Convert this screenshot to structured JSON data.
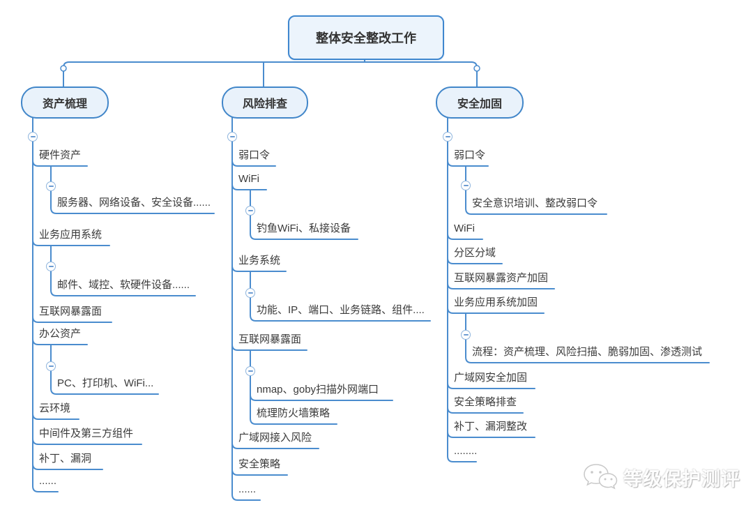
{
  "colors": {
    "line": "#4a8cce",
    "node_fill": "#e9f2fb",
    "node_border": "#4186c9",
    "text": "#3a3a3a"
  },
  "root": {
    "label": "整体安全整改工作"
  },
  "branches": [
    {
      "label": "资产梳理",
      "children": [
        {
          "label": "硬件资产",
          "children": [
            {
              "label": "服务器、网络设备、安全设备......"
            }
          ]
        },
        {
          "label": "业务应用系统",
          "children": [
            {
              "label": "邮件、域控、软硬件设备......"
            }
          ]
        },
        {
          "label": "互联网暴露面",
          "children": []
        },
        {
          "label": "办公资产",
          "children": [
            {
              "label": "PC、打印机、WiFi..."
            }
          ]
        },
        {
          "label": "云环境",
          "children": []
        },
        {
          "label": "中间件及第三方组件",
          "children": []
        },
        {
          "label": "补丁、漏洞",
          "children": []
        },
        {
          "label": "......",
          "children": []
        }
      ]
    },
    {
      "label": "风险排查",
      "children": [
        {
          "label": "弱口令",
          "children": []
        },
        {
          "label": "WiFi",
          "children": [
            {
              "label": "钓鱼WiFi、私接设备"
            }
          ]
        },
        {
          "label": "业务系统",
          "children": [
            {
              "label": "功能、IP、端口、业务链路、组件...."
            }
          ]
        },
        {
          "label": "互联网暴露面",
          "children": [
            {
              "label": "nmap、goby扫描外网端口"
            },
            {
              "label": "梳理防火墙策略"
            }
          ]
        },
        {
          "label": "广域网接入风险",
          "children": []
        },
        {
          "label": "安全策略",
          "children": []
        },
        {
          "label": "......",
          "children": []
        }
      ]
    },
    {
      "label": "安全加固",
      "children": [
        {
          "label": "弱口令",
          "children": [
            {
              "label": "安全意识培训、整改弱口令"
            }
          ]
        },
        {
          "label": "WiFi",
          "children": []
        },
        {
          "label": "分区分域",
          "children": []
        },
        {
          "label": "互联网暴露资产加固",
          "children": []
        },
        {
          "label": "业务应用系统加固",
          "children": [
            {
              "label": "流程：资产梳理、风险扫描、脆弱加固、渗透测试"
            }
          ]
        },
        {
          "label": "广域网安全加固",
          "children": []
        },
        {
          "label": "安全策略排查",
          "children": []
        },
        {
          "label": "补丁、漏洞整改",
          "children": []
        },
        {
          "label": "........",
          "children": []
        }
      ]
    }
  ],
  "watermark": {
    "label": "等级保护测评"
  }
}
